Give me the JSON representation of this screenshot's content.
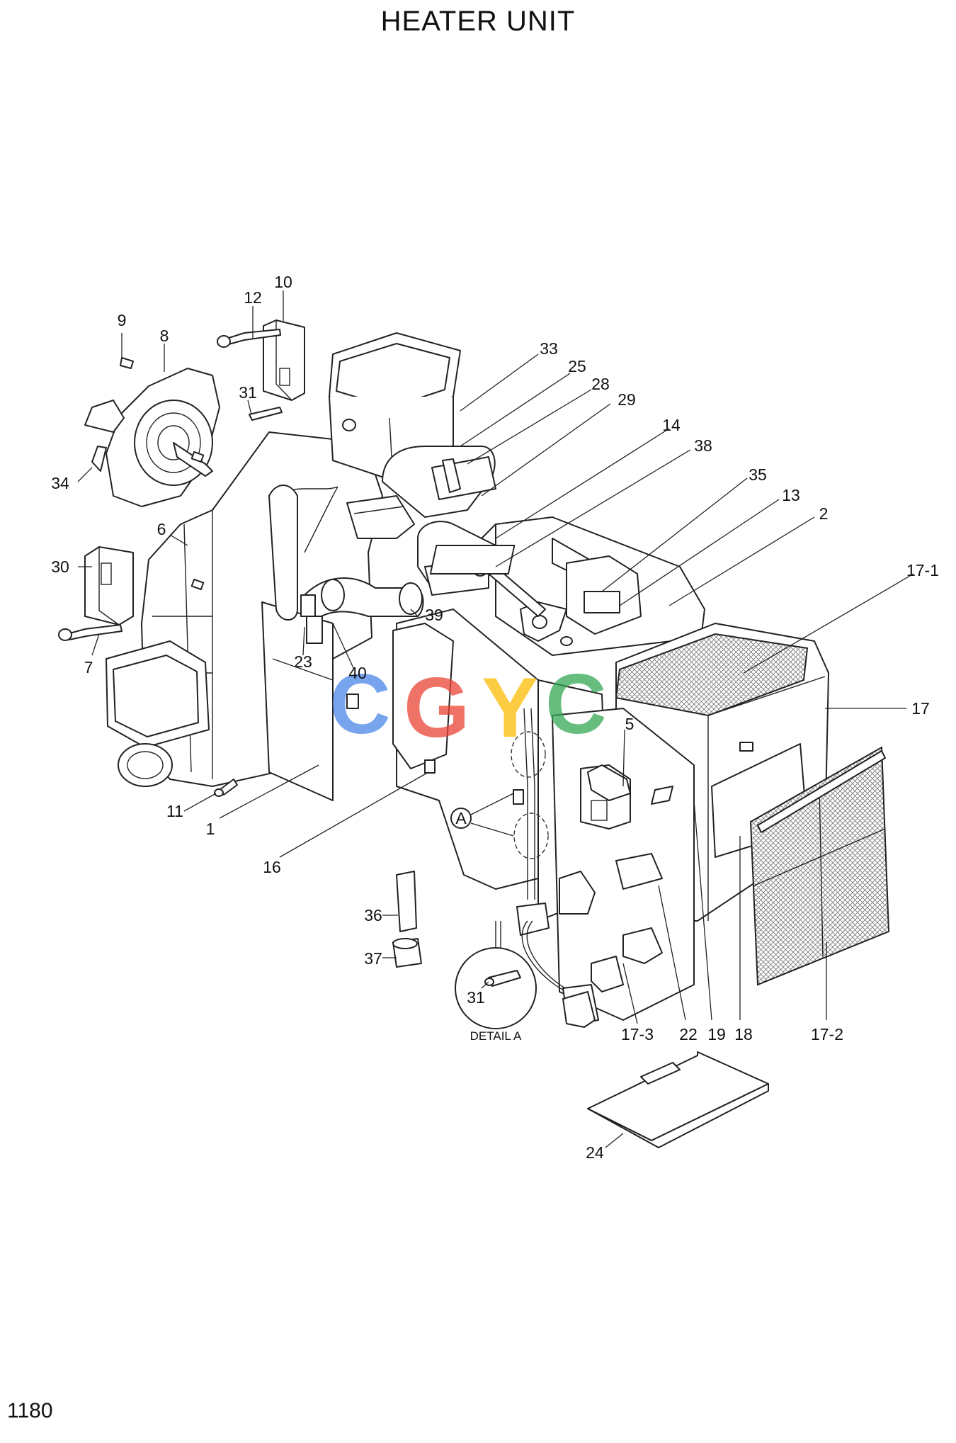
{
  "title": "HEATER UNIT",
  "page_number": "1180",
  "detail_label": "DETAIL A",
  "detail_marker": "A",
  "callouts": {
    "c10": "10",
    "c12": "12",
    "c9": "9",
    "c8": "8",
    "c31a": "31",
    "c34": "34",
    "c6": "6",
    "c30": "30",
    "c7": "7",
    "c33": "33",
    "c25": "25",
    "c28": "28",
    "c29": "29",
    "c14": "14",
    "c38": "38",
    "c35": "35",
    "c13": "13",
    "c2": "2",
    "c17_1": "17-1",
    "c17": "17",
    "c23": "23",
    "c40": "40",
    "c39": "39",
    "c11": "11",
    "c1": "1",
    "c16": "16",
    "c5": "5",
    "c36": "36",
    "c37": "37",
    "c31b": "31",
    "c17_3": "17-3",
    "c22": "22",
    "c19": "19",
    "c18": "18",
    "c17_2": "17-2",
    "c24": "24"
  },
  "watermark": [
    "C",
    "G",
    "Y",
    "C"
  ],
  "colors": {
    "wm_c1": "#4a86e8",
    "wm_g": "#ea4335",
    "wm_y": "#fbbc05",
    "wm_c2": "#34a853"
  }
}
